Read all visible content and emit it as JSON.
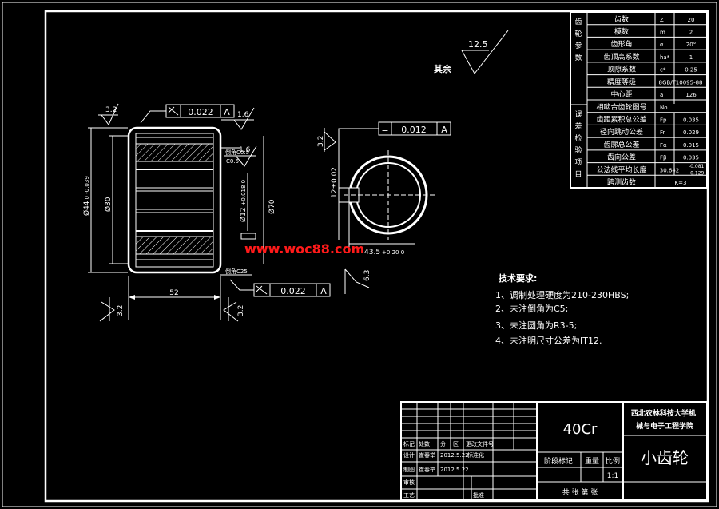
{
  "watermark": "www.woc88.com",
  "roughness_rest": {
    "value": "12.5",
    "label": "其余"
  },
  "param_table": {
    "group_gear": "齿轮参数",
    "group_check": "误差检验项目",
    "rows": [
      {
        "name": "齿数",
        "sym": "Z",
        "val": "20"
      },
      {
        "name": "模数",
        "sym": "m",
        "val": "2"
      },
      {
        "name": "齿形角",
        "sym": "α",
        "val": "20°"
      },
      {
        "name": "齿顶高系数",
        "sym": "ha*",
        "val": "1"
      },
      {
        "name": "顶隙系数",
        "sym": "c*",
        "val": "0.25"
      },
      {
        "name": "精度等级",
        "sym": "",
        "val": "8GB/T10095-88"
      },
      {
        "name": "中心距",
        "sym": "a",
        "val": "126"
      },
      {
        "name": "相啮合齿轮图号",
        "sym": "No",
        "val": ""
      },
      {
        "name": "齿距累积总公差",
        "sym": "Fp",
        "val": "0.035"
      },
      {
        "name": "径向跳动公差",
        "sym": "Fr",
        "val": "0.029"
      },
      {
        "name": "齿廓总公差",
        "sym": "Fα",
        "val": "0.015"
      },
      {
        "name": "齿向公差",
        "sym": "Fβ",
        "val": "0.035"
      },
      {
        "name": "公法线平均长度",
        "sym": "",
        "val": "30.642",
        "tol_upper": "-0.081",
        "tol_lower": "-0.129"
      },
      {
        "name": "跨测齿数",
        "sym": "",
        "val": "K=3"
      }
    ]
  },
  "front_view": {
    "tol_top": "0.022",
    "datum_top": "A",
    "tol_bottom": "0.022",
    "datum_bottom": "A",
    "ra_top_left": "3.2",
    "ra_face_right": "1.6",
    "ra_bore": "1.6",
    "ra_bottom_left": "3.2",
    "ra_bottom_right": "3.2",
    "ra_bottom_label": "6.3",
    "dia_tip": "Ø44",
    "dia_tip_tol": "0 -0.039",
    "dia_30": "Ø30",
    "dia_bore": "Ø12",
    "dia_bore_tol": "+0.018 0",
    "dia_70": "Ø70",
    "width": "52",
    "chamfer_top": "倒角C0.5",
    "chamfer_bottom": "倒角C25",
    "chamfer_top_val": "C0.5"
  },
  "side_view": {
    "ra": "3.2",
    "tol_symbol": "=",
    "tol_value": "0.012",
    "datum": "A",
    "key_width": "12±0.02",
    "key_depth": "43.5",
    "key_depth_tol": "+0.20 0"
  },
  "tech_requirements": {
    "title": "技术要求:",
    "items": [
      "1、调制处理硬度为210-230HBS;",
      "2、未注倒角为C5;",
      "3、未注圆角为R3-5;",
      "4、未注明尺寸公差为IT12."
    ]
  },
  "title_block": {
    "material": "40Cr",
    "school": "西北农林科技大学机械与电子工程学院",
    "part_name": "小齿轮",
    "row_labels": [
      "标记",
      "处数",
      "分",
      "区",
      "更改文件号"
    ],
    "design_label": "设计",
    "design_name": "崔春举",
    "design_date": "2012.5.22",
    "std_label": "标准化",
    "draw_label": "制图",
    "draw_name": "崔春举",
    "draw_date": "2012.5.22",
    "audit_label": "审核",
    "process_label": "工艺",
    "approve_label": "批准",
    "stage_label": "阶段标记",
    "weight_label": "重量",
    "scale_label": "比例",
    "scale_value": "1:1",
    "sheets_label": "共  张 第  张"
  }
}
